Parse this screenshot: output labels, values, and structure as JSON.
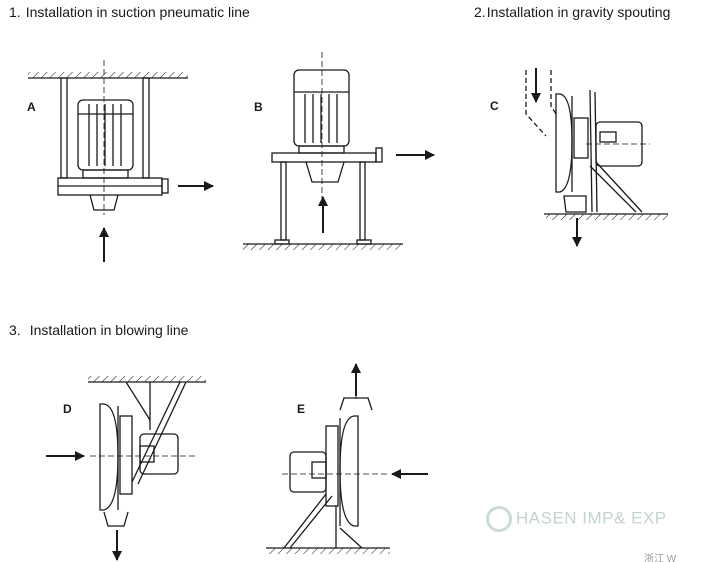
{
  "headings": [
    {
      "number": "1.",
      "text": "Installation in suction pneumatic line"
    },
    {
      "number": "2.",
      "text": "Installation in gravity spouting"
    },
    {
      "number": "3.",
      "text": "Installation in blowing line"
    }
  ],
  "figures": [
    {
      "label": "A"
    },
    {
      "label": "B"
    },
    {
      "label": "C"
    },
    {
      "label": "D"
    },
    {
      "label": "E"
    }
  ],
  "watermark": {
    "text": "HASEN IMP& EXP",
    "corner_text": "浙江 W"
  },
  "colors": {
    "line": "#1a1a1a",
    "watermark": "#b9cdc1"
  }
}
